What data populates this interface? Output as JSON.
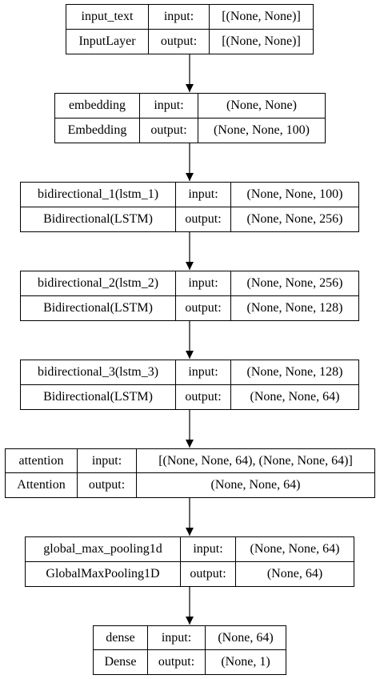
{
  "nodes": [
    {
      "name": "input_text",
      "type": "InputLayer",
      "input_label": "input:",
      "input_shape": "[(None, None)]",
      "output_label": "output:",
      "output_shape": "[(None, None)]"
    },
    {
      "name": "embedding",
      "type": "Embedding",
      "input_label": "input:",
      "input_shape": "(None, None)",
      "output_label": "output:",
      "output_shape": "(None, None, 100)"
    },
    {
      "name": "bidirectional_1(lstm_1)",
      "type": "Bidirectional(LSTM)",
      "input_label": "input:",
      "input_shape": "(None, None, 100)",
      "output_label": "output:",
      "output_shape": "(None, None, 256)"
    },
    {
      "name": "bidirectional_2(lstm_2)",
      "type": "Bidirectional(LSTM)",
      "input_label": "input:",
      "input_shape": "(None, None, 256)",
      "output_label": "output:",
      "output_shape": "(None, None, 128)"
    },
    {
      "name": "bidirectional_3(lstm_3)",
      "type": "Bidirectional(LSTM)",
      "input_label": "input:",
      "input_shape": "(None, None, 128)",
      "output_label": "output:",
      "output_shape": "(None, None, 64)"
    },
    {
      "name": "attention",
      "type": "Attention",
      "input_label": "input:",
      "input_shape": "[(None, None, 64), (None, None, 64)]",
      "output_label": "output:",
      "output_shape": "(None, None, 64)"
    },
    {
      "name": "global_max_pooling1d",
      "type": "GlobalMaxPooling1D",
      "input_label": "input:",
      "input_shape": "(None, None, 64)",
      "output_label": "output:",
      "output_shape": "(None, 64)"
    },
    {
      "name": "dense",
      "type": "Dense",
      "input_label": "input:",
      "input_shape": "(None, 64)",
      "output_label": "output:",
      "output_shape": "(None, 1)"
    }
  ]
}
